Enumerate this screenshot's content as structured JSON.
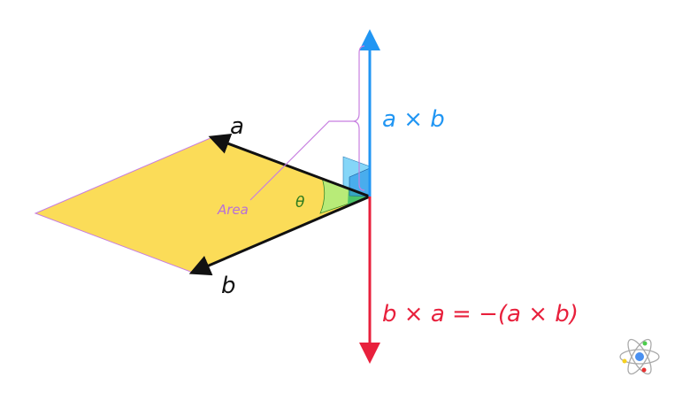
{
  "labels": {
    "vector_a": "a",
    "vector_b": "b",
    "a_cross_b": "a × b",
    "b_cross_a": "b × a = −(a × b)",
    "area": "Area",
    "theta": "θ"
  },
  "colors": {
    "parallelogram": "#fbdc58",
    "angle": "#b8eb78",
    "a_cross_b": "#2196f3",
    "b_cross_a": "#e8203c",
    "area_label": "#b76fd8",
    "theta": "#2d7a1e",
    "vectors": "#111111"
  },
  "icons": {
    "logo": "atom-icon"
  }
}
